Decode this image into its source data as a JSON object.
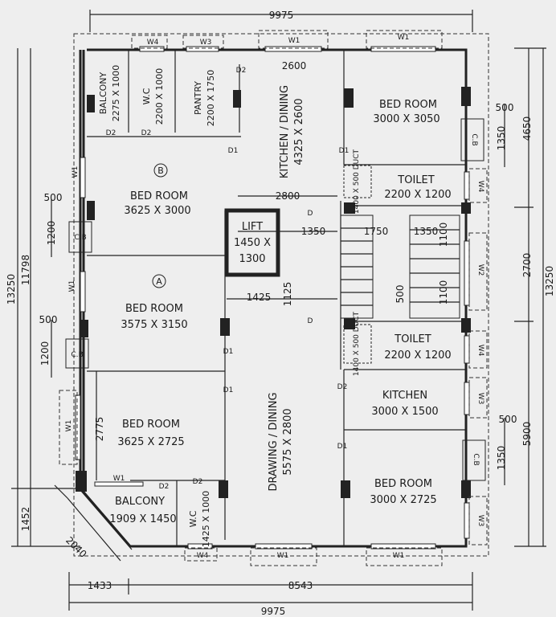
{
  "dimensions": {
    "top_width": "9975",
    "bottom_width": "9975",
    "bottom_left": "1433",
    "bottom_right": "8543",
    "left_total": "13250",
    "left_inner": "11798",
    "left_bottom": "1452",
    "right_total": "13250",
    "right_upper": "4650",
    "right_mid": "2700",
    "right_lower": "5900",
    "left_500_a": "500",
    "left_1200_a": "1200",
    "left_500_b": "500",
    "left_1200_b": "1200",
    "right_500_a": "500",
    "right_1350_a": "1350",
    "right_500_b": "500",
    "right_1350_b": "1350",
    "kitchen_top": "2600",
    "corridor": "2800",
    "lift_right": "1350",
    "stair_a": "1750",
    "stair_b": "1350",
    "stair_v1": "1100",
    "stair_v2": "1100",
    "stair_500": "500",
    "lift_below": "1425",
    "lift_below_v": "1125",
    "bed_left": "2775",
    "balcony_diag": "2040"
  },
  "rooms": {
    "balcony_top": {
      "name": "BALCONY",
      "size": "2275 X 1000"
    },
    "wc_top": {
      "name": "W.C",
      "size": "2200 X 1000"
    },
    "pantry": {
      "name": "PANTRY",
      "size": "2200 X 1750"
    },
    "kitchen_dining": {
      "name": "KITCHEN / DINING",
      "size": "4325 X 2600"
    },
    "bed_tr": {
      "name": "BED ROOM",
      "size": "3000 X 3050"
    },
    "bed_b": {
      "name": "BED ROOM",
      "size": "3625 X 3000",
      "marker": "B"
    },
    "toilet_top": {
      "name": "TOILET",
      "size": "2200 X 1200"
    },
    "lift": {
      "name": "LIFT",
      "size_a": "1450 X",
      "size_b": "1300"
    },
    "bed_a": {
      "name": "BED ROOM",
      "size": "3575 X 3150",
      "marker": "A"
    },
    "toilet_mid": {
      "name": "TOILET",
      "size": "2200 X 1200"
    },
    "kitchen": {
      "name": "KITCHEN",
      "size": "3000 X 1500"
    },
    "drawing_dining": {
      "name": "DRAWING / DINING",
      "size": "5575 X 2800"
    },
    "bed_bl": {
      "name": "BED ROOM",
      "size": "3625 X 2725"
    },
    "bed_br": {
      "name": "BED ROOM",
      "size": "3000 X 2725"
    },
    "balcony_bottom": {
      "name": "BALCONY",
      "size": "1909 X 1450"
    },
    "wc_bottom": {
      "name": "W.C",
      "size": "1425 X 1000"
    },
    "duct_top": "1400 X 500 DUCT",
    "duct_mid": "1400 X 500 DUCT"
  },
  "tags": {
    "w1": "W1",
    "w2": "W2",
    "w3": "W3",
    "w4": "W4",
    "d": "D",
    "d1": "D1",
    "d2": "D2",
    "cb": "C.B"
  }
}
